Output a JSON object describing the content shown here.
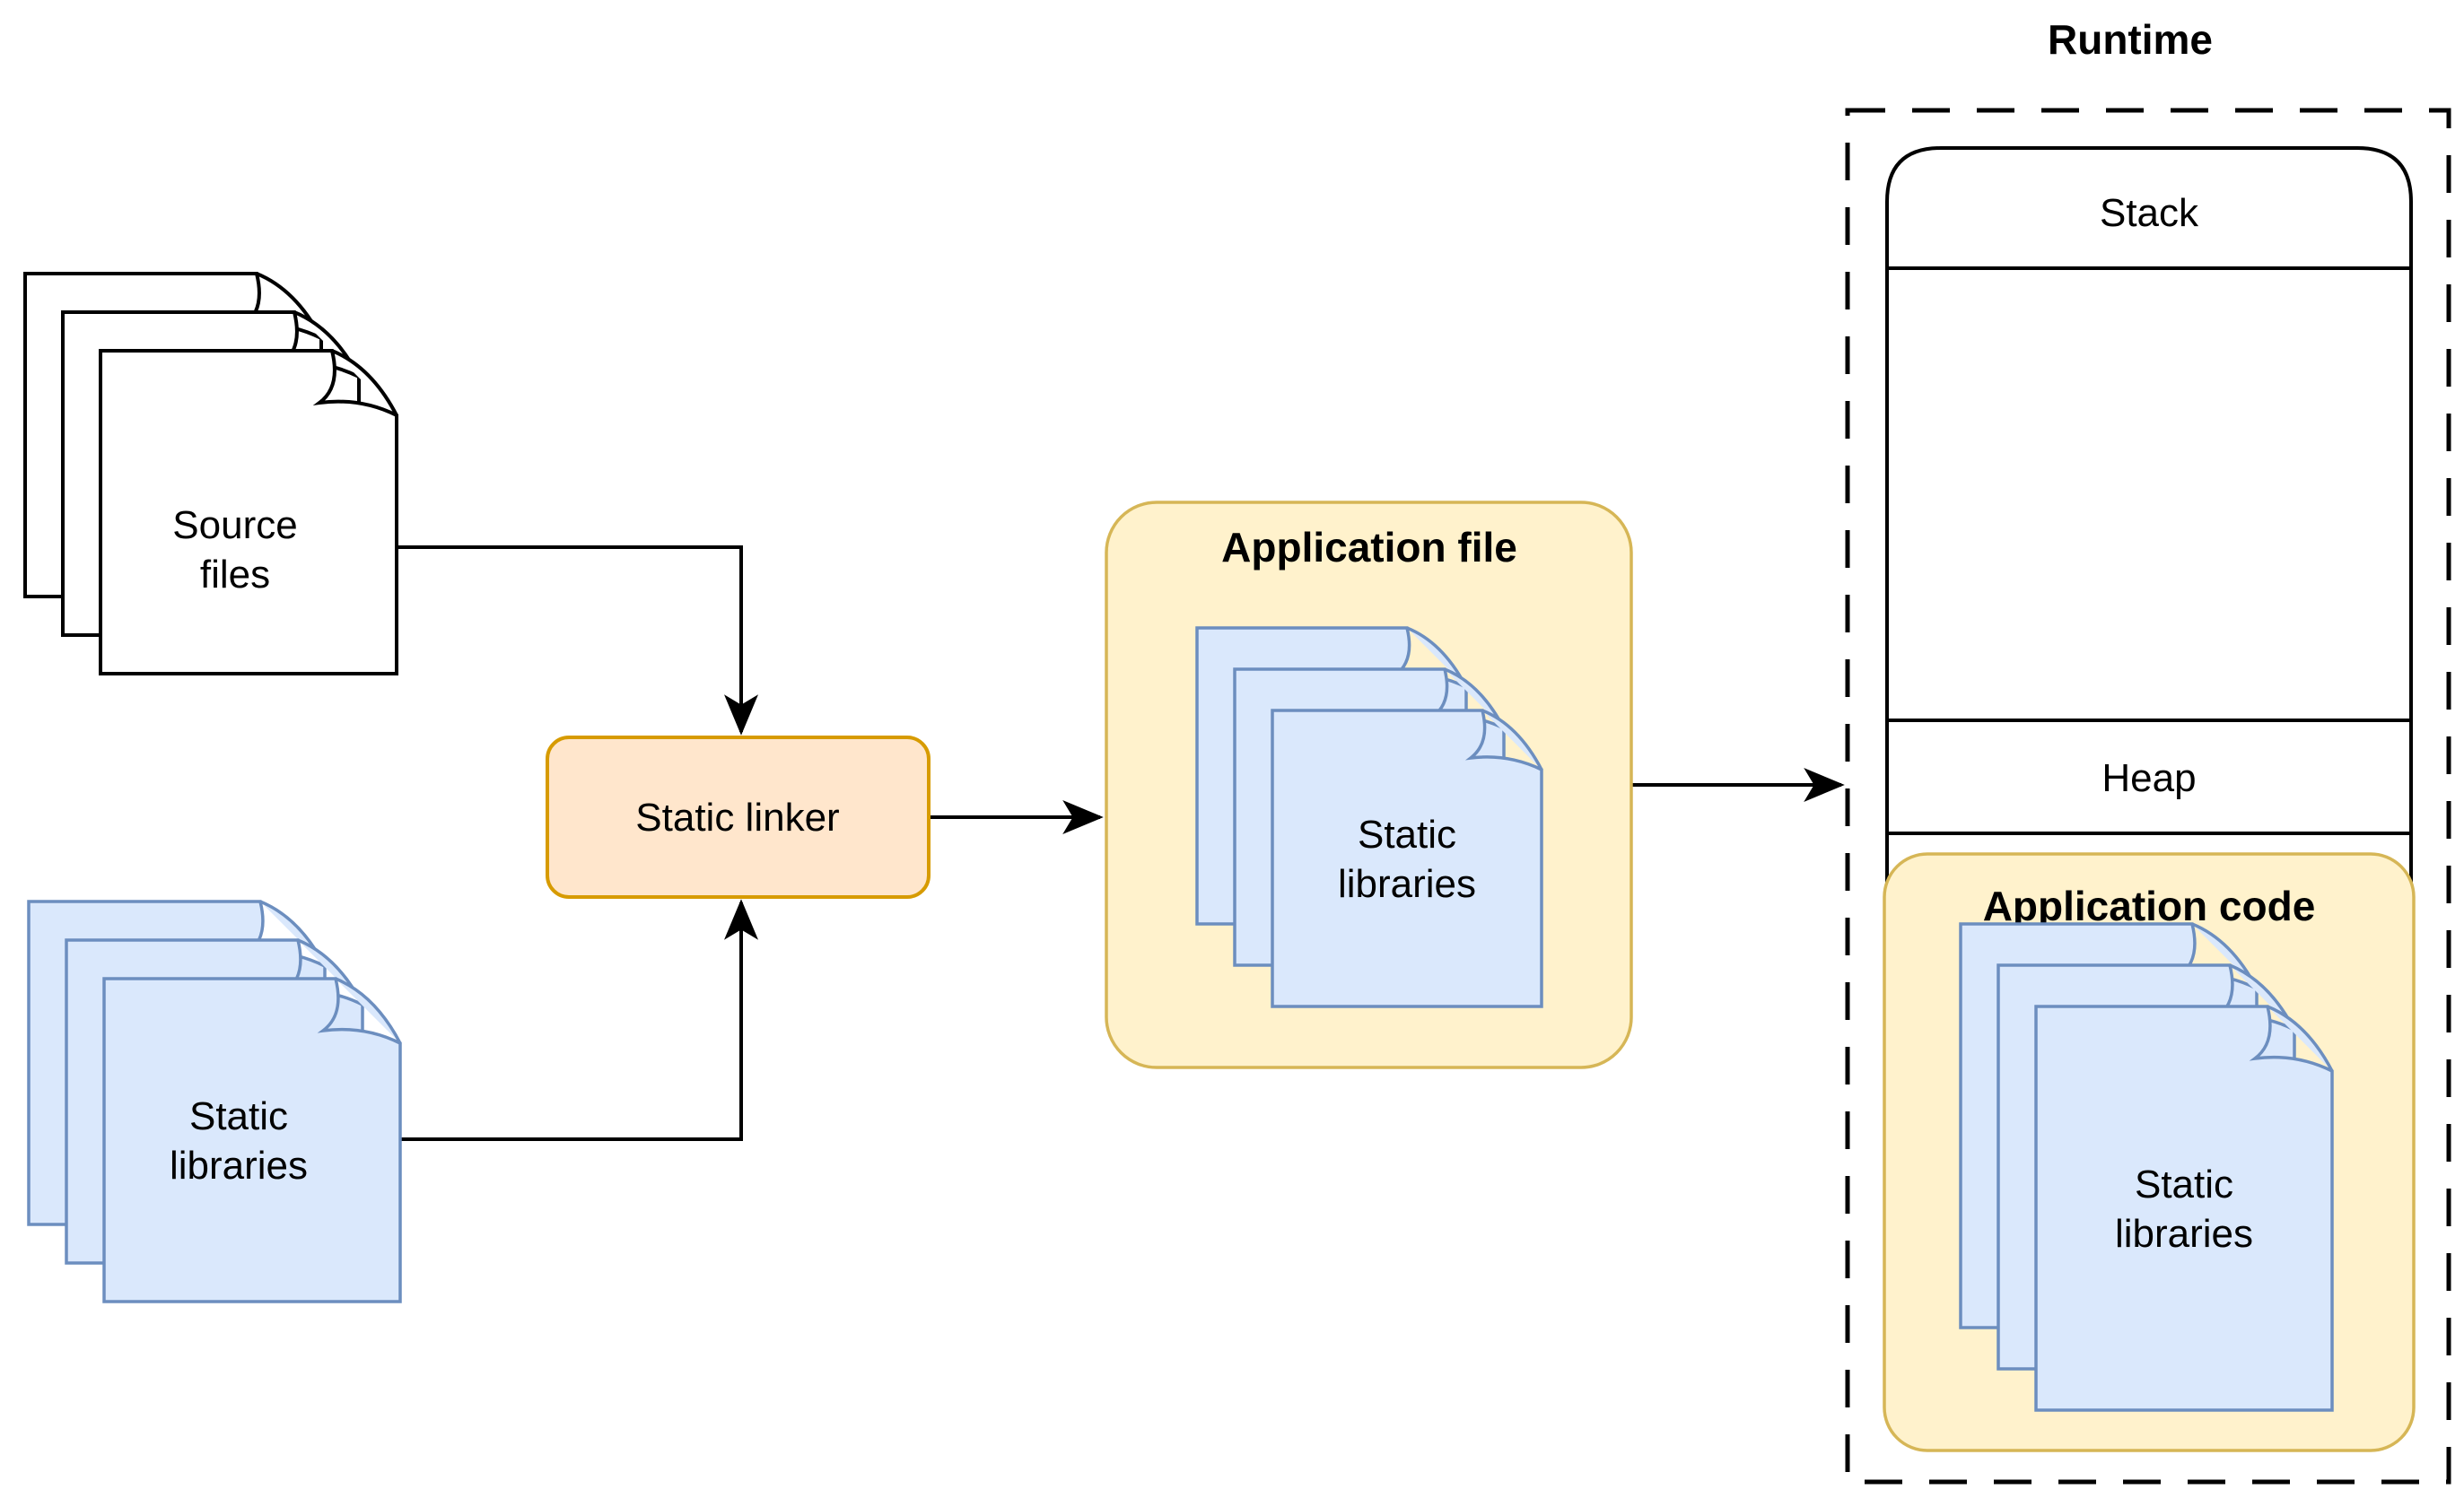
{
  "diagram": {
    "source_files": {
      "line1": "Source",
      "line2": "files"
    },
    "static_libraries_input": {
      "line1": "Static",
      "line2": "libraries"
    },
    "static_linker": {
      "label": "Static linker"
    },
    "application_file": {
      "title": "Application file",
      "doc_line1": "Static",
      "doc_line2": "libraries"
    },
    "runtime": {
      "title": "Runtime",
      "stack_label": "Stack",
      "heap_label": "Heap",
      "application_code": {
        "title": "Application code",
        "doc_line1": "Static",
        "doc_line2": "libraries"
      }
    }
  },
  "colors": {
    "background": "#ffffff",
    "line": "#000000",
    "text": "#000000",
    "white_doc_fill": "#ffffff",
    "white_doc_stroke": "#000000",
    "blue_doc_fill": "#dae8fc",
    "blue_doc_stroke": "#6c8ebf",
    "orange_fill": "#ffe6cc",
    "orange_stroke": "#d79b00",
    "yellow_fill": "#fff2cc",
    "yellow_stroke": "#d6b656"
  }
}
